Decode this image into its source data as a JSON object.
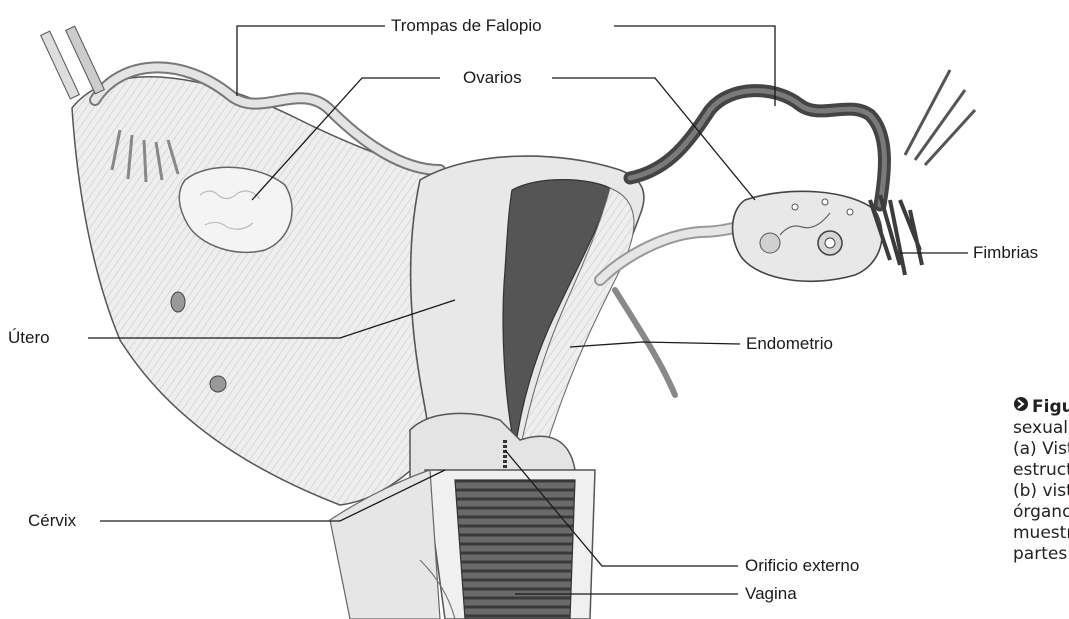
{
  "labels": {
    "trompas": "Trompas de Falopio",
    "ovarios": "Ovarios",
    "fimbrias": "Fimbrias",
    "utero": "Útero",
    "endometrio": "Endometrio",
    "cervix": "Cérvix",
    "orificio": "Orificio externo",
    "vagina": "Vagina"
  },
  "caption": {
    "title": "Figu",
    "lines": [
      "sexual i",
      "(a) Vista",
      "estructu",
      "(b) vista",
      "órgano",
      "muestra",
      "partes c"
    ]
  },
  "colors": {
    "line": "#1a1a1a",
    "tissue": "#e6e6e6",
    "dark": "#4a4a4a"
  }
}
